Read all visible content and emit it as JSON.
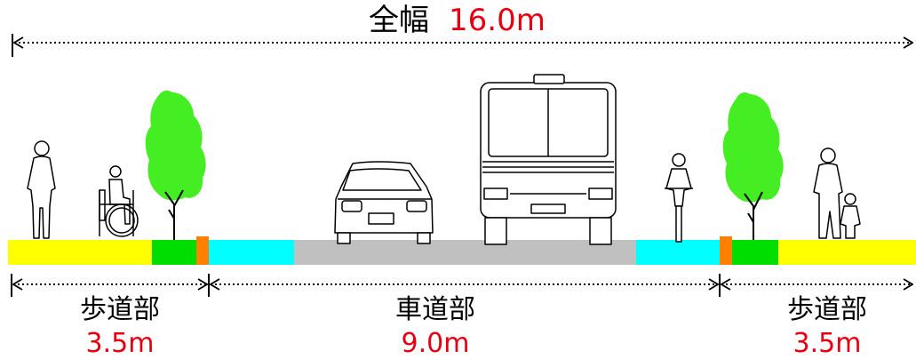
{
  "total": {
    "label": "全幅",
    "value": "16.0m"
  },
  "sections": [
    {
      "id": "sidewalk-left",
      "name": "歩道部",
      "value": "3.5m"
    },
    {
      "id": "roadway",
      "name": "車道部",
      "value": "9.0m"
    },
    {
      "id": "sidewalk-right",
      "name": "歩道部",
      "value": "3.5m"
    }
  ],
  "colors": {
    "sidewalk": "#ffff00",
    "planting": "#00dd00",
    "curb": "#ff8000",
    "bike_lane": "#00ffff",
    "carriageway": "#c0c0c0",
    "tree": "#44ee22",
    "value_text": "#e60012"
  },
  "icons": [
    "pedestrian-icon",
    "wheelchair-user-icon",
    "street-tree-icon",
    "car-icon",
    "bus-icon",
    "cyclist-icon",
    "parent-with-child-icon"
  ]
}
